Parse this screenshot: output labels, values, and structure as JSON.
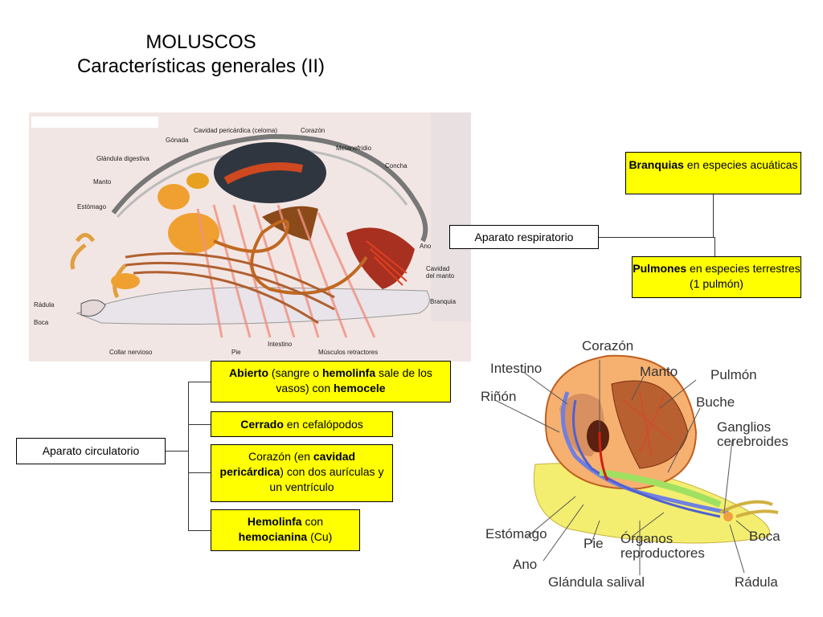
{
  "title": {
    "line1": "MOLUSCOS",
    "line2": "Características generales (II)"
  },
  "respiratory": {
    "label": "Aparato respiratorio",
    "gills": {
      "bold": "Branquias",
      "rest": " en especies acuáticas"
    },
    "lungs": {
      "bold": "Pulmones",
      "rest": " en especies terrestres (1 pulmón)"
    }
  },
  "circulatory": {
    "label": "Aparato circulatorio",
    "open": {
      "b1": "Abierto",
      "t1": " (sangre o ",
      "b2": "hemolinfa",
      "t2": " sale de los vasos) con ",
      "b3": "hemocele"
    },
    "closed": {
      "b1": "Cerrado",
      "t1": " en cefalópodos"
    },
    "heart": {
      "t1": "Corazón (en ",
      "b1": "cavidad pericárdica",
      "t2": ") con dos aurículas y un ventrículo"
    },
    "hemolymph": {
      "b1": "Hemolinfa",
      "t1": " con ",
      "b2": "hemocianina",
      "t2": " (Cu)"
    }
  },
  "figure1": {
    "labels": {
      "cavidad_pericardica": "Cavidad pericárdica (celoma)",
      "corazon": "Corazón",
      "gonada": "Gónada",
      "metanefridio": "Metanefridio",
      "glandula_digestiva": "Glándula digestiva",
      "concha": "Concha",
      "manto": "Manto",
      "estomago": "Estómago",
      "ano": "Ano",
      "cavidad_manto": "Cavidad\ndel manto",
      "branquia": "Branquia",
      "radula": "Rádula",
      "boca": "Boca",
      "collar": "Collar nervioso",
      "pie": "Pie",
      "intestino": "Intestino",
      "musculos": "Músculos retractores"
    }
  },
  "figure2": {
    "labels": {
      "intestino": "Intestino",
      "corazon": "Corazón",
      "manto": "Manto",
      "pulmon": "Pulmón",
      "rinon": "Riñón",
      "buche": "Buche",
      "ganglios": "Ganglios\ncerebroides",
      "estomago": "Estómago",
      "boca": "Boca",
      "pie": "Pie",
      "organos": "Órganos\nreproductores",
      "ano": "Ano",
      "glandula_salival": "Glándula salival",
      "radula": "Rádula"
    }
  },
  "colors": {
    "box": "#ffff00",
    "line": "#333333"
  }
}
